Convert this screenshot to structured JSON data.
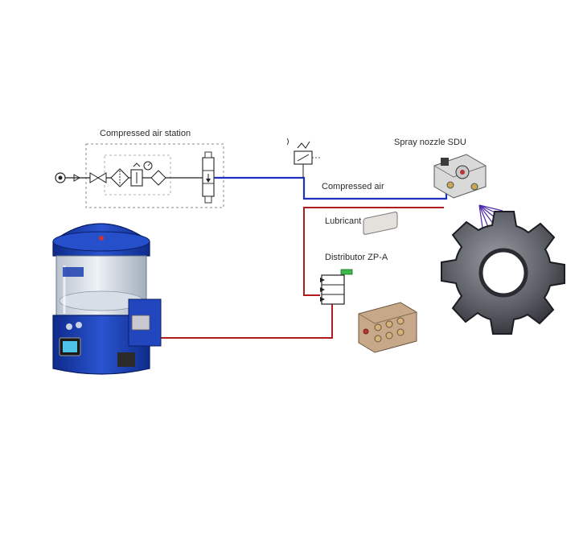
{
  "labels": {
    "compressed_air_station": "Compressed air station",
    "compressed_air": "Compressed air",
    "lubricant": "Lubricant",
    "distributor": "Distributor ZP-A",
    "spray_nozzle": "Spray nozzle SDU"
  },
  "colors": {
    "air_line": "#1f2fbf",
    "lubricant_line": "#b01c1c",
    "pump_blue": "#1d3fb0",
    "gear_gray": "#5c5e66",
    "spray": "#4a2aa8"
  },
  "icons": [
    "air-source-icon",
    "filter-icon",
    "regulator-icon",
    "solenoid-valve-icon",
    "pump-unit-icon",
    "gear-icon",
    "spray-nozzle-icon",
    "distributor-icon"
  ]
}
